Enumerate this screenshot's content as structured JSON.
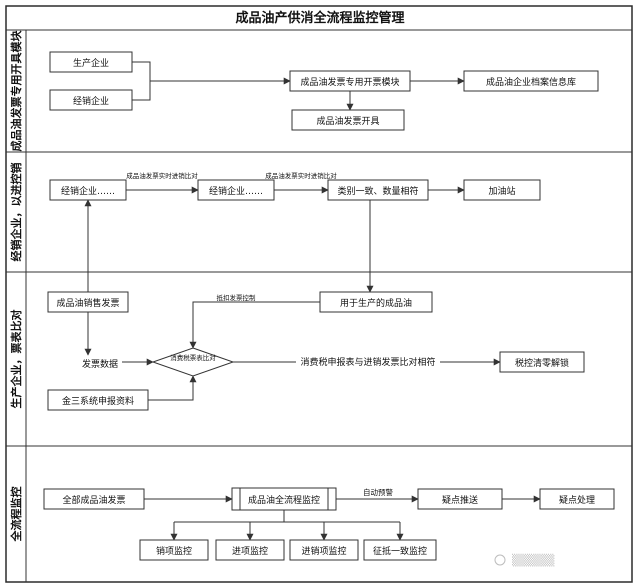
{
  "title": "成品油产供消全流程监控管理",
  "lanes": [
    {
      "label": "成品油发票专用开具模块"
    },
    {
      "label": "经销企业，以进控销"
    },
    {
      "label": "生产企业，票表比对"
    },
    {
      "label": "全流程监控"
    }
  ],
  "nodes": {
    "producer": "生产企业",
    "dealer": "经销企业",
    "invoice_module": "成品油发票专用开票模块",
    "enterprise_archive": "成品油企业档案信息库",
    "invoice_issue": "成品油发票开具",
    "dealer_chain_1": "经销企业……",
    "dealer_chain_2": "经销企业……",
    "category_match": "类别一致、数量相符",
    "gas_station": "加油站",
    "sales_invoice": "成品油销售发票",
    "production_oil": "用于生产的成品油",
    "invoice_data": "发票数据",
    "tax_compare": "消费税票表比对",
    "tax_consistency": "消费税申报表与进销发票比对相符",
    "tax_control": "税控清零解锁",
    "golden_tax": "金三系统申报资料",
    "all_invoices": "全部成品油发票",
    "full_process": "成品油全流程监控",
    "doubt_push": "疑点推送",
    "doubt_handle": "疑点处理",
    "sales_monitor": "销项监控",
    "input_monitor": "进项监控",
    "io_monitor": "进销项监控",
    "deduction_monitor": "征抵一致监控"
  },
  "edge_labels": {
    "realtime_1": "成品油发票实时进销比对",
    "realtime_2": "成品油发票实时进销比对",
    "deduct_control": "抵扣发票控制",
    "auto_alert": "自动预警"
  },
  "watermark": "▒▒▒▒▒"
}
